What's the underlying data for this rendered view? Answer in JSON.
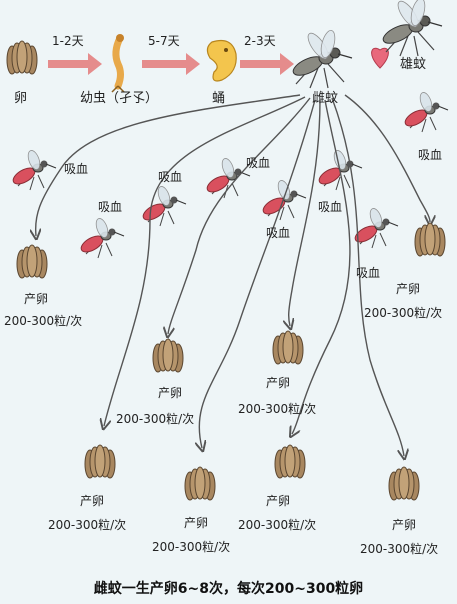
{
  "stages": {
    "egg": "卵",
    "larva": "幼虫（孑孓）",
    "pupa": "蛹",
    "female": "雌蚊",
    "male": "雄蚊"
  },
  "durations": [
    "1-2天",
    "5-7天",
    "2-3天"
  ],
  "blood_meal": "吸血",
  "lay_eggs": "产卵",
  "per_batch": "200-300粒/次",
  "footer": "雌蚊一生产卵6~8次，每次200~300粒卵",
  "colors": {
    "background": "#eef5f7",
    "arrow": "#e58c8c",
    "heart": "#e8697c",
    "egg": "#a88760",
    "larva": "#e8a94a",
    "pupa": "#f3c54d",
    "mosquito_body": "#7a7a74",
    "blood": "#d9505e"
  }
}
